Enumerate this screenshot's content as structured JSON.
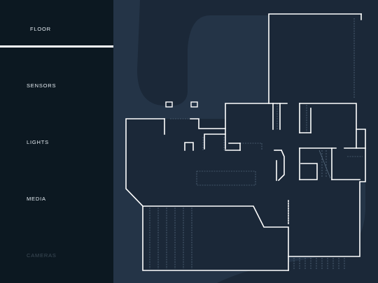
{
  "sidebar": {
    "items": [
      {
        "id": "floor",
        "label": "FLOOR",
        "active": true
      },
      {
        "id": "sensors",
        "label": "SENSORS"
      },
      {
        "id": "lights",
        "label": "LIGHTS"
      },
      {
        "id": "media",
        "label": "MEDIA"
      },
      {
        "id": "cameras",
        "label": "CAMERAS",
        "disabled": true
      }
    ]
  },
  "colors": {
    "sidebar_bg": "#0c1821",
    "map_bg": "#243447",
    "floor_plate": "#1b2838",
    "wall": "#ffffff",
    "label_active": "#e6edf3",
    "label_disabled": "#3d4b57"
  }
}
